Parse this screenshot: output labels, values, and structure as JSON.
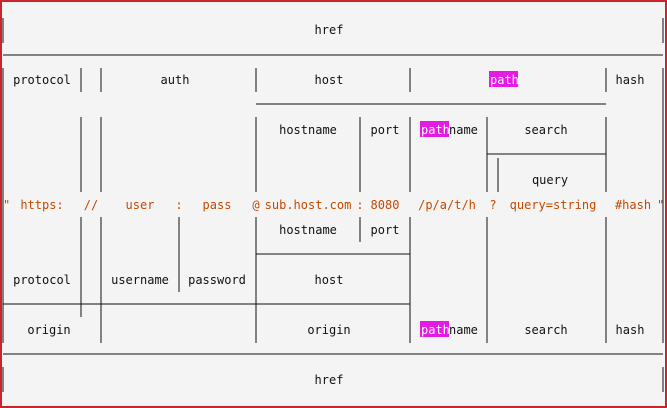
{
  "colors": {
    "border": "#c8262b",
    "background": "#f4f4f4",
    "line": "#111111",
    "text": "#111111",
    "url_text": "#c44a00",
    "highlight": "#e619e6",
    "highlight_text": "#ffffff"
  },
  "rows": {
    "href_top": "href",
    "row1": {
      "protocol": "protocol",
      "auth": "auth",
      "host": "host",
      "path_highlight": "path",
      "hash": "hash"
    },
    "row2": {
      "hostname": "hostname",
      "port": "port",
      "pathname_highlight": "path",
      "pathname_rest": "name",
      "search": "search"
    },
    "row3": {
      "query": "query"
    },
    "url": {
      "open_quote": "\"",
      "protocol": "https:",
      "slashes": "//",
      "user": "user",
      "colon": ":",
      "pass": "pass",
      "at": "@",
      "hostname": "sub.host.com",
      "port_colon": ":",
      "port": "8080",
      "path": "/p/a/t/h",
      "question": "?",
      "query": "query=string",
      "hash": "#hash",
      "close_quote": "\""
    },
    "row5": {
      "hostname": "hostname",
      "port": "port"
    },
    "row6": {
      "protocol": "protocol",
      "username": "username",
      "password": "password",
      "host": "host"
    },
    "row7": {
      "origin_left": "origin",
      "origin_mid": "origin",
      "pathname_highlight": "path",
      "pathname_rest": "name",
      "search": "search",
      "hash": "hash"
    },
    "href_bottom": "href"
  }
}
